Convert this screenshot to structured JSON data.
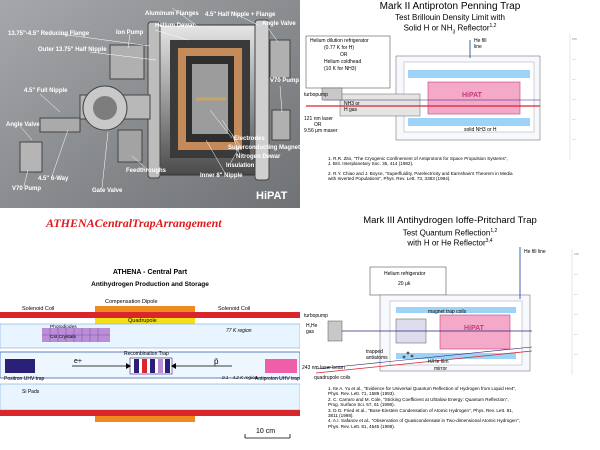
{
  "hipat": {
    "labels": {
      "aluminum_flanges": "Aluminum Flanges",
      "half_nipple_flange": "4.5\" Half Nipple + Flange",
      "angle_valve_top": "Angle Valve",
      "reducing_flange": "13.75\"-4.5\" Reducing Flange",
      "ion_pump": "Ion Pump",
      "helium_dewar": "Helium Dewar",
      "outer_half_nipple": "Outer 13.75\" Half Nipple",
      "full_nipple": "4.5\" Full Nipple",
      "angle_valve_left": "Angle Valve",
      "v70_pump_right": "V70 Pump",
      "electrodes": "Electrodes",
      "superconducting_magnet": "Superconducting Magnet",
      "nitrogen_dewar": "Nitrogen Dewar",
      "insulation": "Insulation",
      "inner_nipple": "Inner 8\" Nipple",
      "feedthroughs": "Feedthroughs",
      "six_way": "4.5\" 6-Way",
      "v70_pump_left": "V70 Pump",
      "gate_valve": "Gate Valve",
      "hipat": "HiPAT"
    }
  },
  "athena_caption": "ATHENACentralTrapArrangement",
  "athena": {
    "title": "ATHENA - Central Part",
    "subtitle": "Antihydrogen Production and Storage",
    "compensation_dipole": "Compensation Dipole",
    "solenoid_left": "Solenoid Coil",
    "solenoid_right": "Solenoid Coil",
    "quadrupole": "Quadrupole",
    "photodiodes": "Photodiodes",
    "csi": "CsI Crystals",
    "region_77k": "77 K region",
    "recombination_trap": "Recombination Trap",
    "e_plus": "e+",
    "pbar": "p̄",
    "region_cold": "0.1 - 4.2 K region",
    "positron_trap": "Positron UHV trap",
    "antiproton_trap": "Antiproton UHV trap",
    "si_pads": "Si Pads",
    "scale": "10 cm"
  },
  "mk2": {
    "title": "Mark II Antiproton Penning Trap",
    "sub1": "Test Brillouin Density Limit with",
    "sub2": "Solid H or NH",
    "sub2b": " Reflector",
    "sub2_sup": "1,2",
    "box1": "Helium dilution refrigerator",
    "box2": "(0.77 K for H)",
    "box3": "OR",
    "box4": "Helium coldhead",
    "box5": "(10 K for NH3)",
    "he_fill": "He fill",
    "he_fill2": "line",
    "turbopump": "turbopump",
    "nh3": "NH3 or",
    "h_gas": "H gas",
    "laser": "121 nm laser",
    "laser_or": "OR",
    "maser": "9.56 μm maser",
    "hipat": "HiPAT",
    "solid_nh3": "solid NH3 or H",
    "refs": [
      "1.  R.R. Zito, \"The Cryogenic Confinement of Antiprotons for Space Propulsion Systems\",",
      "     J. Brit. Interplanetary Soc. 35, 414 (1982).",
      "2.  R.Y. Chiao and J. Boyce, \"Superfluidity, Parelectricity and Earnshaw's Theorem in Media",
      "     with Inverted Populations\", Phys. Rev. Lett. 73, 3383 (1994)."
    ]
  },
  "mk3": {
    "title": "Mark III Antihydrogen Ioffe-Pritchard Trap",
    "sub1": "Test Quantum Reflection",
    "sub1_sup": "1,2",
    "sub2": "with H or He Reflector",
    "sub2_sup": "3,4",
    "he_fill": "He fill line",
    "refrigerator": "Helium refrigerator",
    "temp": "20 μk",
    "turbopump": "turbopump",
    "hhe": "H,He",
    "gas": "gas",
    "magnet_trap": "magnet trap coils",
    "trapped": "trapped",
    "antiatoms": "antiatoms",
    "hipat": "HiPAT",
    "hhe_film": "H/He film",
    "mirror": "mirror",
    "laser": "243 nm laser beam",
    "quad": "quadrupole coils",
    "refs": [
      "1.  Ite A. Yu et al., \"Evidence for Universal Quantum Reflection of Hydrogen from Liquid He4\",",
      "     Phys. Rev. Lett. 71, 1589 (1993).",
      "2.  C. Carraro and M. Cole, \"Sticking Coefficient at Ultralow Energy: Quantum Reflection\",",
      "     Prog. Surface Sci. 57, 61 (1998).",
      "3.  D.G. Fried et al., \"Bose-Einstein Condensation of Atomic Hydrogen\", Phys. Rev. Lett. 81,",
      "     3811 (1998).",
      "4.  A.I. Safanov et al., \"Observation of Quasicondensate in Two-dimensional Atomic Hydrogen\",",
      "     Phys. Rev. Lett. 81, 4545 (1998)."
    ]
  },
  "colors": {
    "caption_red": "#e0191e",
    "solenoid_red": "#d8262a",
    "dipole_orange": "#f08a1e",
    "quad_yellow": "#f5e018",
    "photodiode_purple": "#b98ed6",
    "csi_lavender": "#c9b5e6",
    "trap_navy": "#2a2077",
    "pbar_pink": "#ef5ea8",
    "tube_lightblue": "#d9efff",
    "hipat_pink": "#f4a9c9"
  }
}
